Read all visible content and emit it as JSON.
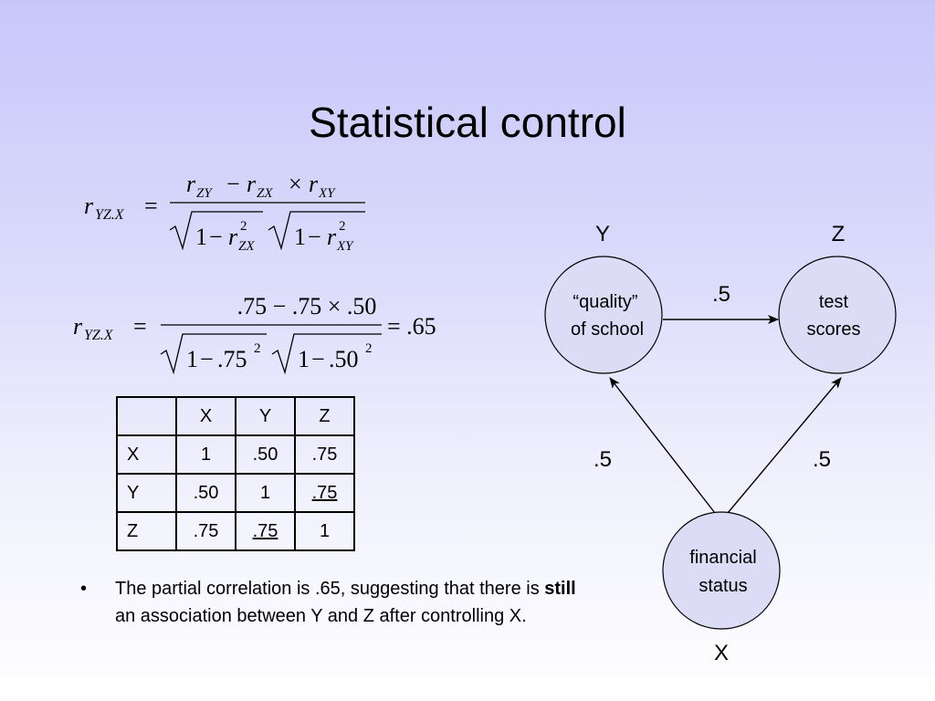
{
  "title": "Statistical control",
  "formula_general": {
    "lhs_var": "r",
    "lhs_sub": "YZ.X",
    "num_a_sub": "ZY",
    "num_b_sub": "ZX",
    "num_c_sub": "XY",
    "den_a_sub": "ZX",
    "den_b_sub": "XY",
    "one": "1",
    "exp": "2"
  },
  "formula_numeric": {
    "lhs_var": "r",
    "lhs_sub": "YZ.X",
    "numerator": ".75 − .75 × .50",
    "den_a": ".75",
    "den_b": ".50",
    "one": "1",
    "exp": "2",
    "result": "= .65"
  },
  "table": {
    "header": [
      "",
      "X",
      "Y",
      "Z"
    ],
    "rows": [
      [
        "X",
        "1",
        ".50",
        ".75"
      ],
      [
        "Y",
        ".50",
        "1",
        ".75"
      ],
      [
        "Z",
        ".75",
        ".75",
        "1"
      ]
    ]
  },
  "bullet": {
    "marker": "•",
    "before_bold": "The partial correlation is .65, suggesting that there is ",
    "bold": "still",
    "after_bold": " an association between Y and Z after controlling X."
  },
  "diagram": {
    "nodes": {
      "Y": {
        "letter": "Y",
        "line1": "“quality”",
        "line2": "of school"
      },
      "Z": {
        "letter": "Z",
        "line1": "test",
        "line2": "scores"
      },
      "X": {
        "letter": "X",
        "line1": "financial",
        "line2": "status"
      }
    },
    "edges": {
      "Y_Z": ".5",
      "X_Y": ".5",
      "X_Z": ".5"
    },
    "node_fill": "#dcdcf6"
  }
}
